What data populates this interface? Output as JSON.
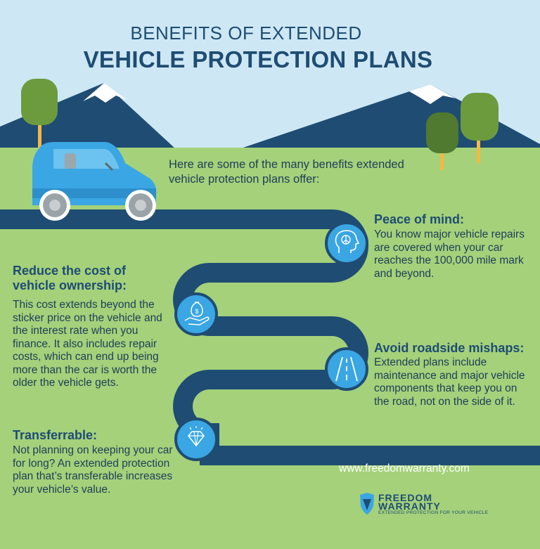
{
  "title": {
    "line1": "BENEFITS OF EXTENDED",
    "line2": "VEHICLE PROTECTION PLANS"
  },
  "intro": "Here are some of the many benefits extended vehicle protection plans offer:",
  "benefits": [
    {
      "heading": "Peace of mind:",
      "text": "You know major vehicle repairs are covered when your car reaches the 100,000 mile mark and beyond.",
      "icon": "peace-head-icon"
    },
    {
      "heading": "Reduce the cost of vehicle ownership:",
      "text": "This cost extends beyond the sticker price on the vehicle and the interest rate when you finance. It also includes repair costs, which can end up being more than the car is worth the older the vehicle gets.",
      "icon": "money-hand-icon"
    },
    {
      "heading": "Avoid roadside mishaps:",
      "text": "Extended plans include maintenance and major vehicle components that keep you on the road, not on the side of it.",
      "icon": "road-icon"
    },
    {
      "heading": "Transferrable:",
      "text": "Not planning on keeping your car for long? An extended protection plan that’s transferable increases your vehicle’s value.",
      "icon": "diamond-icon"
    }
  ],
  "url": "www.freedomwarranty.com",
  "logo": {
    "line1": "FREEDOM",
    "line2": "WARRANTY",
    "tagline": "EXTENDED PROTECTION FOR YOUR VEHICLE"
  },
  "colors": {
    "sky": "#cde8f4",
    "grass": "#a4d17a",
    "mountain": "#1f4c73",
    "road": "#1f4c73",
    "car": "#3aa6e3",
    "heading": "#1f4c73",
    "tree": "#6c9b3e",
    "trunk": "#f5b843"
  }
}
